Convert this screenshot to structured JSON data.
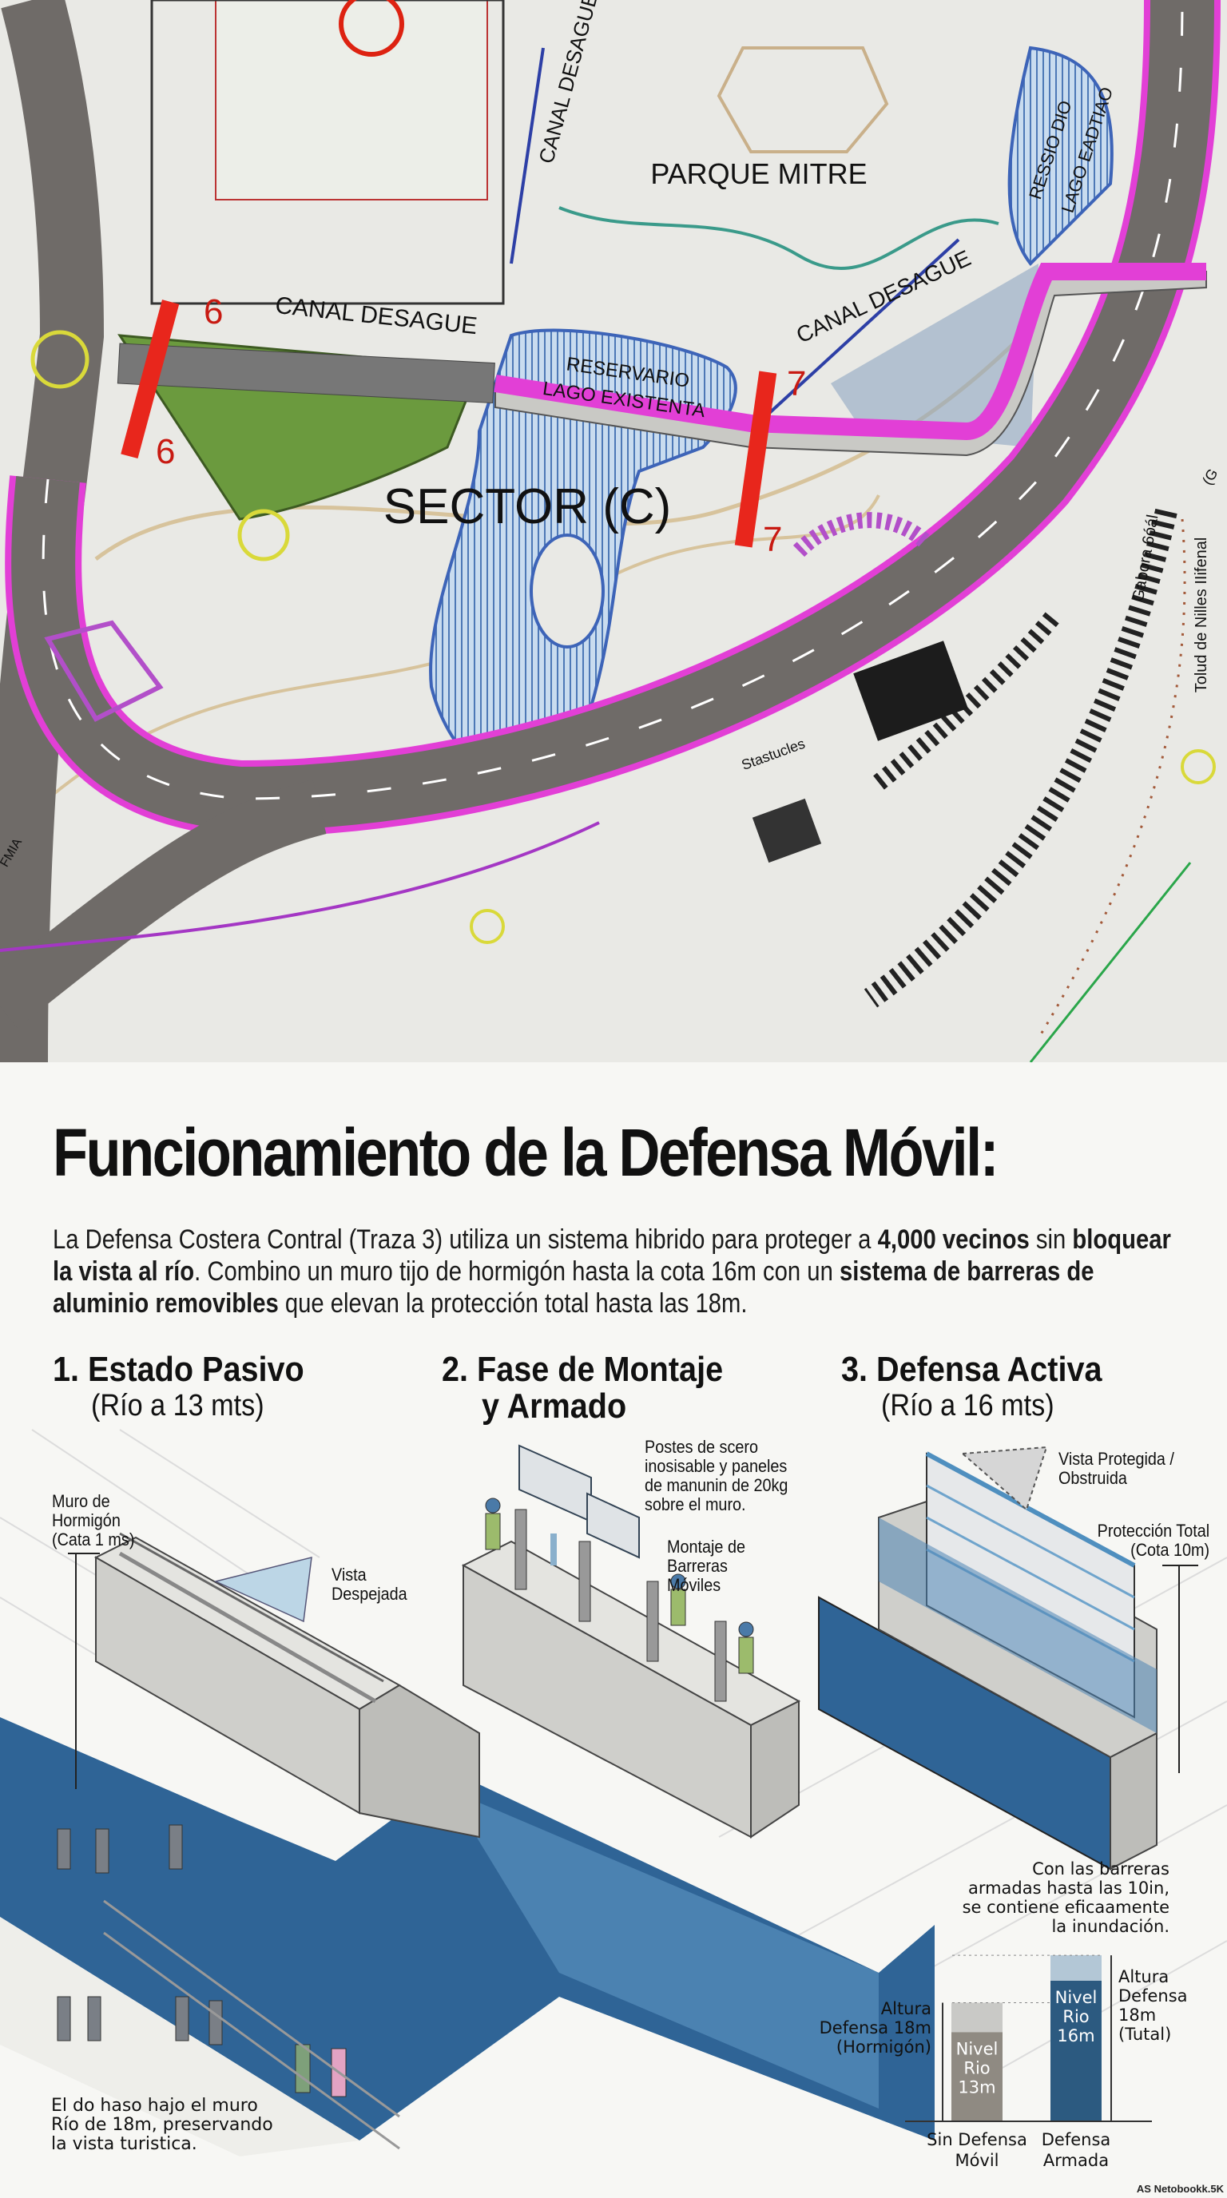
{
  "map": {
    "labels": {
      "parque": "PARQUE MITRE",
      "canal_top": "CANAL DESAGUE",
      "canal_left": "CANAL DESAGUE",
      "canal_right": "CANAL DESAGUE",
      "reservorio_1": "RESERVARIO",
      "reservorio_2": "LAGO EXISTENTA",
      "ressio_1": "RESSIO DIO",
      "ressio_2": "LAGO EADTIAO",
      "sector": "SECTOR (C)",
      "marker_6": "6",
      "marker_7": "7",
      "stastucles": "Stastucles",
      "gabora": "Gabora 6óál",
      "tolud": "Tolud de Nilles IIifenal",
      "fmia": "FMIA",
      "g": "(G"
    },
    "colors": {
      "wall": "#e23fd6",
      "road": "#6f6b68",
      "lake": "#bcd3ea",
      "marker": "#e8261c",
      "grass": "#6b9a3e"
    }
  },
  "title": "Funcionamiento de la Defensa Móvil:",
  "intro": {
    "p1": "La Defensa Costera Contral (Traza 3) utiliza un sistema hibrido para proteger a ",
    "b1": "4,000 vecinos",
    "p2": " sin ",
    "b2": "bloquear la vista al río",
    "p3": ". Combino un muro tijo de hormigón hasta la cota 16m con un ",
    "b3": "sistema de barreras de aluminio removibles",
    "p4": " que elevan la protección total hasta las 18m."
  },
  "sections": [
    {
      "title": "1. Estado Pasivo",
      "subtitle": "(Río a 13 mts)"
    },
    {
      "title": "2. Fase de Montaje",
      "title2": "y Armado"
    },
    {
      "title": "3. Defensa Activa",
      "subtitle": "(Río a 16 mts)"
    }
  ],
  "annotations": {
    "muro": [
      "Muro de",
      "Hormigón",
      "(Cata 1 ms)"
    ],
    "vista_despejada": [
      "Vista",
      "Despejada"
    ],
    "postes": [
      "Postes de scero",
      "inosisable y paneles",
      "de manunin de 20kg",
      "sobre el muro."
    ],
    "montaje": [
      "Montaje de",
      "Barreras",
      "Móviles"
    ],
    "vista_protegida": [
      "Vista Protegida /",
      "Obstruida"
    ],
    "proteccion": [
      "Protección Total",
      "(Cota 10m)"
    ],
    "con_barreras": [
      "Con las barreras",
      "armadas hasta las 10in,",
      "se contiene eficaamente",
      "la inundación."
    ],
    "el_do": [
      "El do haso hajo el muro",
      "Río de 18m, preservando",
      "la vista turistica."
    ]
  },
  "chart_data": {
    "type": "bar",
    "categories": [
      "Sin Defensa Móvil",
      "Defensa Armada"
    ],
    "category_lines": [
      [
        "Sin Defensa",
        "Móvil"
      ],
      [
        "Defensa",
        "Armada"
      ]
    ],
    "series": [
      {
        "name": "Nivel Río",
        "values": [
          13,
          16
        ],
        "labels": [
          [
            "Nivel",
            "Rio",
            "13m"
          ],
          [
            "Nivel",
            "Rio",
            "16m"
          ]
        ],
        "colors": [
          "#8f8a82",
          "#2c5a80"
        ]
      },
      {
        "name": "Altura Defensa",
        "values": [
          18,
          18
        ],
        "colors": [
          "#c9c9c6",
          "#b3c7d6"
        ]
      }
    ],
    "annotations": {
      "left": [
        "Altura",
        "Defensa 18m",
        "(Hormigón)"
      ],
      "right": [
        "Altura",
        "Defensa",
        "18m",
        "(Tutal)"
      ]
    },
    "ylim": [
      0,
      20
    ]
  },
  "footer": "AS Netobookk.5K"
}
